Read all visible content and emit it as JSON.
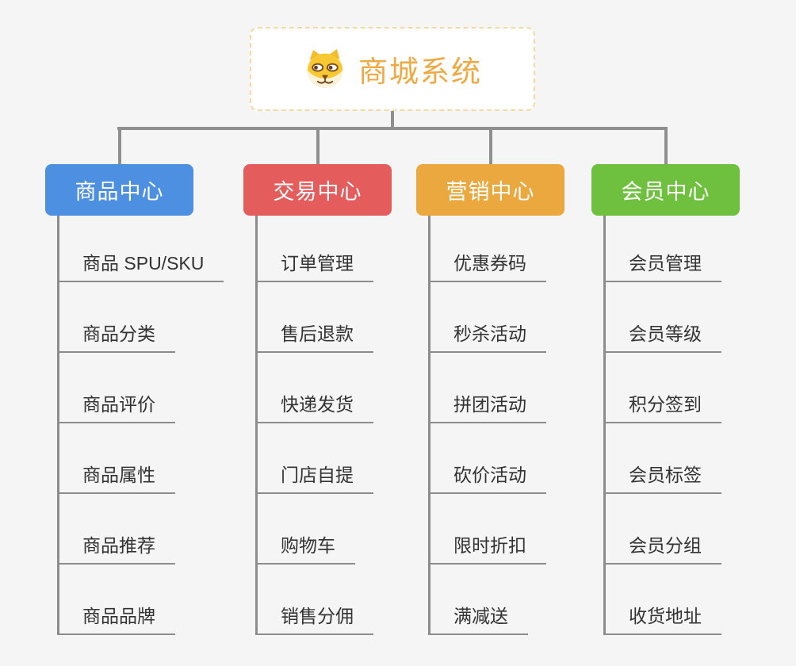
{
  "root": {
    "title": "商城系统",
    "icon": "dog-face-icon"
  },
  "branches": [
    {
      "label": "商品中心",
      "color": "#4D90E2",
      "children": [
        "商品 SPU/SKU",
        "商品分类",
        "商品评价",
        "商品属性",
        "商品推荐",
        "商品品牌"
      ]
    },
    {
      "label": "交易中心",
      "color": "#E45C5C",
      "children": [
        "订单管理",
        "售后退款",
        "快递发货",
        "门店自提",
        "购物车",
        "销售分佣"
      ]
    },
    {
      "label": "营销中心",
      "color": "#EAA83E",
      "children": [
        "优惠券码",
        "秒杀活动",
        "拼团活动",
        "砍价活动",
        "限时折扣",
        "满减送"
      ]
    },
    {
      "label": "会员中心",
      "color": "#70C040",
      "children": [
        "会员管理",
        "会员等级",
        "积分签到",
        "会员标签",
        "会员分组",
        "收货地址"
      ]
    }
  ],
  "colors": {
    "background": "#F5F5F5",
    "root_text": "#EFA943",
    "root_border": "#F6D8A0",
    "connector": "#8F8F8F",
    "leaf_underline": "#8C8C8C",
    "leaf_text": "#333333"
  }
}
